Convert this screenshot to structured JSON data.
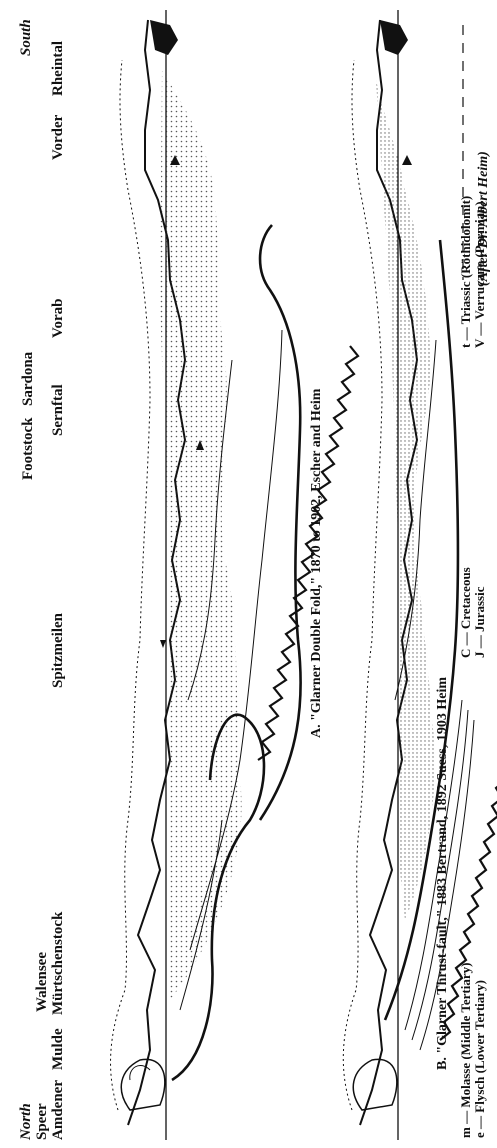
{
  "figure": {
    "places": {
      "north": "North",
      "speer": "Speer",
      "amdener": "Amdener",
      "mulde": "Mulde",
      "walensee": "Walensee",
      "murtschenstock": "Mürtschenstock",
      "spitzmeilen": "Spitzmeilen",
      "footstock": "Footstock",
      "sardona": "Sardona",
      "sernftal": "Sernftal",
      "vorab": "Vorab",
      "vorder": "Vorder",
      "rheintal": "Rheintal",
      "south": "South"
    },
    "sections": [
      {
        "caption": "A.   \"Glarner Double Fold,\" 1870 to 1902, Escher and Heim"
      },
      {
        "caption": "B.   \"Glarner Thrust-fault,\" 1883 Bertrand, 1892 Suess, 1903 Heim"
      }
    ],
    "credit": "(After Dr. Albert Heim)",
    "legend": [
      {
        "text": "m — Molasse (Middle Tertiary)"
      },
      {
        "text": "e — Flysch (Lower Tertiary)"
      },
      {
        "text": "C — Cretaceous"
      },
      {
        "text": "J — Jurassic"
      },
      {
        "text": "t — Triassic (Röthidolomit)"
      },
      {
        "text": "V — Verrucano (Permian)"
      }
    ],
    "colors": {
      "ink": "#111111",
      "paper": "#ffffff"
    }
  }
}
